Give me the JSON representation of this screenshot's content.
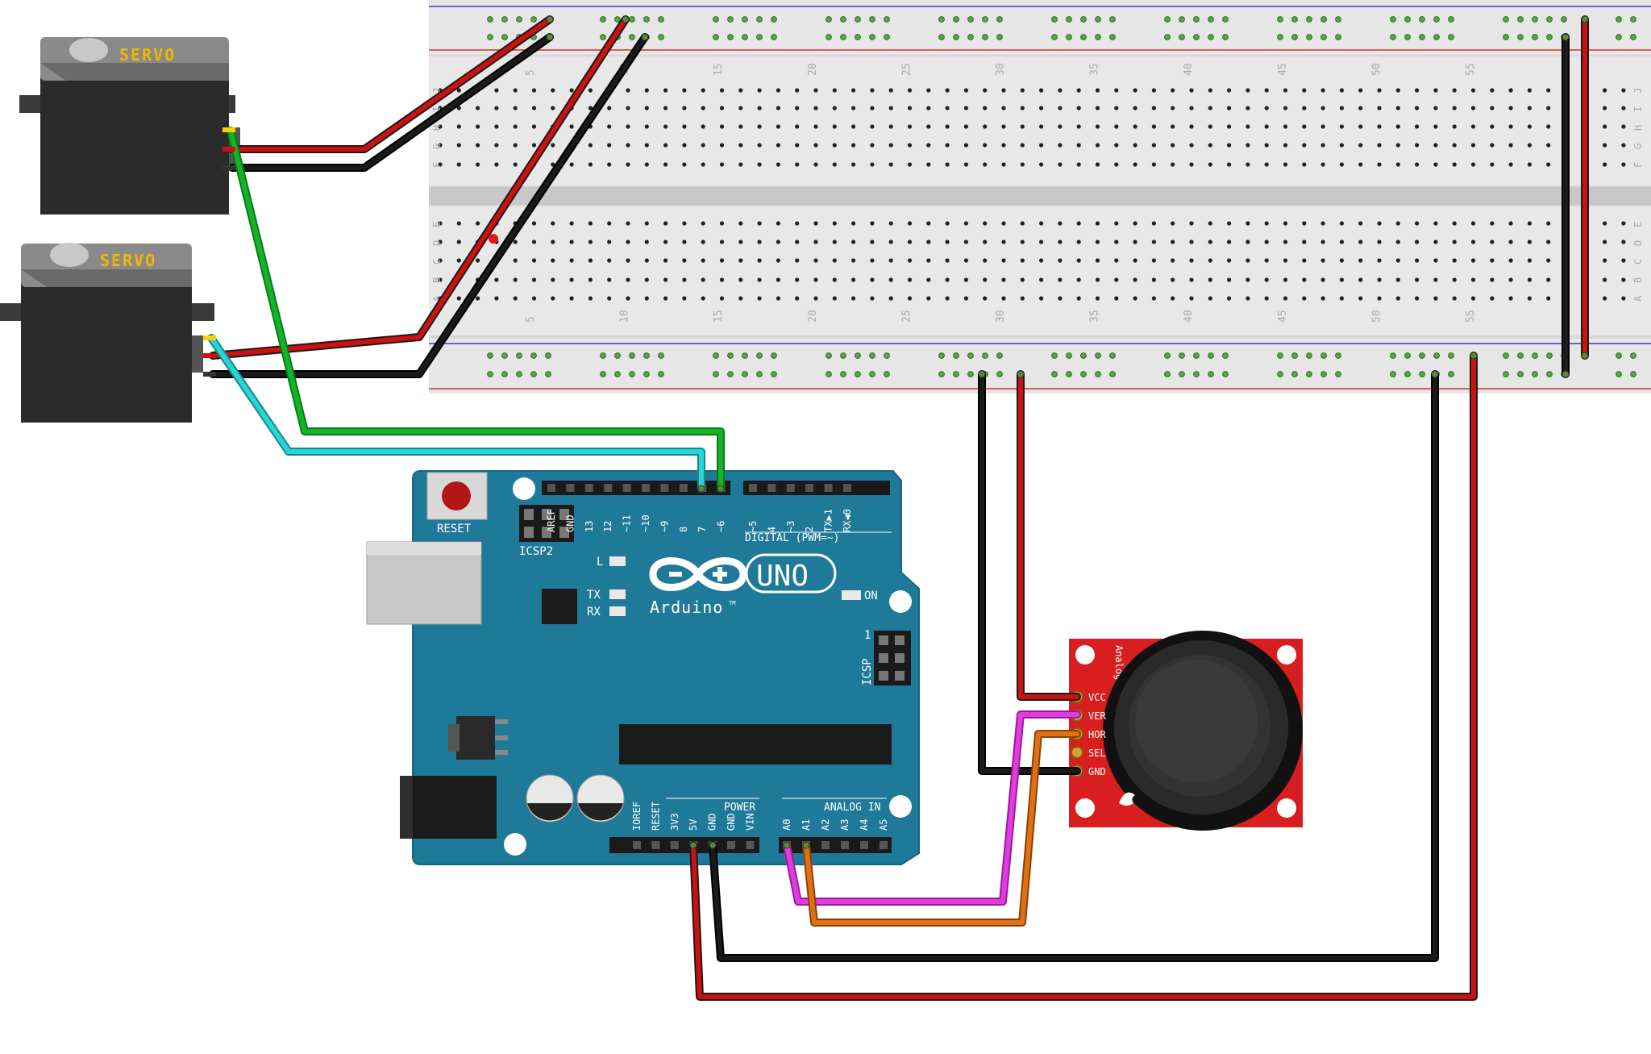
{
  "servo": {
    "label": "SERVO"
  },
  "arduino": {
    "reset_label": "RESET",
    "icsp2_label": "ICSP2",
    "icsp_label": "ICSP",
    "icsp_pin1": "1",
    "logo_uno": "UNO",
    "logo_brand": "Arduino",
    "logo_tm": "TM",
    "led_l": "L",
    "led_tx": "TX",
    "led_rx": "RX",
    "led_on": "ON",
    "digital_label": "DIGITAL (PWM=~)",
    "power_label": "POWER",
    "analog_label": "ANALOG IN",
    "digital_pins": [
      "AREF",
      "GND",
      "13",
      "12",
      "~11",
      "~10",
      "~9",
      "8",
      "7",
      "~6",
      "~5",
      "4",
      "~3",
      "2",
      "TX▶1",
      "RX◀0"
    ],
    "power_pins": [
      "IOREF",
      "RESET",
      "3V3",
      "5V",
      "GND",
      "GND",
      "VIN"
    ],
    "analog_pins": [
      "A0",
      "A1",
      "A2",
      "A3",
      "A4",
      "A5"
    ]
  },
  "breadboard": {
    "column_numbers": [
      "5",
      "10",
      "15",
      "20",
      "25",
      "30",
      "35",
      "40",
      "45",
      "50",
      "55"
    ],
    "row_letters_top": [
      "J",
      "I",
      "H",
      "G",
      "F"
    ],
    "row_letters_bottom": [
      "E",
      "D",
      "C",
      "B",
      "A"
    ]
  },
  "joystick": {
    "title": "Analog Joystick",
    "pins": [
      "VCC",
      "VER",
      "HOR",
      "SEL",
      "GND"
    ]
  },
  "colors": {
    "arduino_board": "#1f7a99",
    "joystick_board": "#d81e1e",
    "servo_body": "#2b2b2b",
    "servo_label": "#f2b600",
    "breadboard": "#dcdcdc",
    "wire_red": "#cc1111",
    "wire_black": "#1a1a1a",
    "wire_green": "#14b428",
    "wire_cyan": "#2ad4d4",
    "wire_magenta": "#e03ce0",
    "wire_orange": "#e07014"
  }
}
